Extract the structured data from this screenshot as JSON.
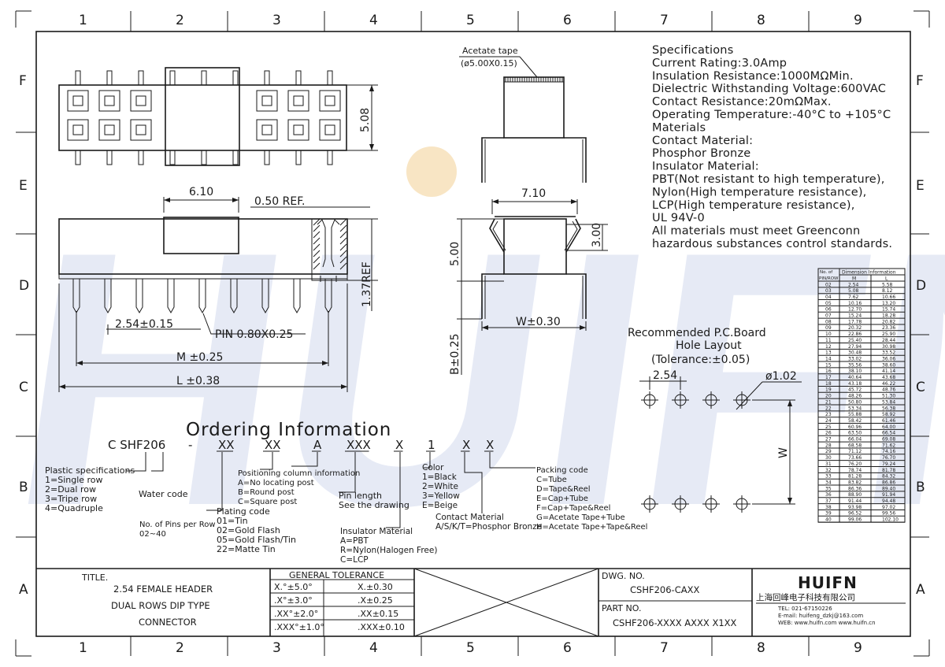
{
  "frame": {
    "col_labels": [
      "1",
      "2",
      "3",
      "4",
      "5",
      "6",
      "7",
      "8",
      "9"
    ],
    "row_labels": [
      "F",
      "E",
      "D",
      "C",
      "B",
      "A"
    ]
  },
  "watermark": "HUIFN",
  "top_view": {
    "dim_height": "5.08"
  },
  "side_view": {
    "dim_body": "6.10",
    "dim_ref": "0.50 REF.",
    "dim_side": "1.37REF",
    "dim_pitch": "2.54±0.15",
    "dim_pin": "PIN 0.80X0.25",
    "dim_m": "M ±0.25",
    "dim_l": "L ±0.38"
  },
  "tape_view": {
    "label": "Acetate tape",
    "size": "(ø5.00X0.15)"
  },
  "end_view": {
    "dim_width": "7.10",
    "dim_h1": "5.00",
    "dim_h2": "3.00",
    "dim_w": "W±0.30",
    "dim_b": "B±0.25"
  },
  "specifications": [
    "Specifications",
    "Current Rating:3.0Amp",
    "Insulation Resistance:1000MΩMin.",
    "Dielectric Withstanding Voltage:600VAC",
    "Contact Resistance:20mΩMax.",
    "Operating Temperature:-40°C to +105°C",
    "Materials",
    "Contact Material:",
    "Phosphor Bronze",
    "Insulator Material:",
    "PBT(Not resistant to high temperature),",
    "Nylon(High temperature resistance),",
    "LCP(High temperature resistance),",
    "UL 94V-0",
    "All materials must meet Greenconn",
    "hazardous substances control standards."
  ],
  "dimension_table": {
    "headers": [
      "No. of PIN/ROW",
      "Dimension Information",
      "M",
      "L"
    ],
    "rows": [
      [
        "02",
        "2.54",
        "5.58"
      ],
      [
        "03",
        "5.08",
        "8.12"
      ],
      [
        "04",
        "7.62",
        "10.66"
      ],
      [
        "05",
        "10.16",
        "13.20"
      ],
      [
        "06",
        "12.70",
        "15.74"
      ],
      [
        "07",
        "15.24",
        "18.28"
      ],
      [
        "08",
        "17.78",
        "20.82"
      ],
      [
        "09",
        "20.32",
        "23.36"
      ],
      [
        "10",
        "22.86",
        "25.90"
      ],
      [
        "11",
        "25.40",
        "28.44"
      ],
      [
        "12",
        "27.94",
        "30.98"
      ],
      [
        "13",
        "30.48",
        "33.52"
      ],
      [
        "14",
        "33.02",
        "36.06"
      ],
      [
        "15",
        "35.56",
        "38.60"
      ],
      [
        "16",
        "38.10",
        "41.14"
      ],
      [
        "17",
        "40.64",
        "43.68"
      ],
      [
        "18",
        "43.18",
        "46.22"
      ],
      [
        "19",
        "45.72",
        "48.76"
      ],
      [
        "20",
        "48.26",
        "51.30"
      ],
      [
        "21",
        "50.80",
        "53.84"
      ],
      [
        "22",
        "53.34",
        "56.38"
      ],
      [
        "23",
        "55.88",
        "58.92"
      ],
      [
        "24",
        "58.42",
        "61.46"
      ],
      [
        "25",
        "60.96",
        "64.00"
      ],
      [
        "26",
        "63.50",
        "66.54"
      ],
      [
        "27",
        "66.04",
        "69.08"
      ],
      [
        "28",
        "68.58",
        "71.62"
      ],
      [
        "29",
        "71.12",
        "74.16"
      ],
      [
        "30",
        "73.66",
        "76.70"
      ],
      [
        "31",
        "76.20",
        "79.24"
      ],
      [
        "32",
        "78.74",
        "81.78"
      ],
      [
        "33",
        "81.28",
        "84.32"
      ],
      [
        "34",
        "83.82",
        "86.86"
      ],
      [
        "35",
        "86.36",
        "89.40"
      ],
      [
        "36",
        "88.90",
        "91.94"
      ],
      [
        "37",
        "91.44",
        "94.48"
      ],
      [
        "38",
        "93.98",
        "97.02"
      ],
      [
        "39",
        "96.52",
        "99.56"
      ],
      [
        "40",
        "99.06",
        "102.10"
      ]
    ]
  },
  "pcb": {
    "title1": "Recommended P.C.Board",
    "title2": "Hole Layout",
    "tolerance": "(Tolerance:±0.05)",
    "pitch": "2.54",
    "hole": "ø1.02",
    "w": "W"
  },
  "ordering": {
    "title": "Ordering Information",
    "code": [
      "C SHF206",
      "-",
      "XX",
      "XX",
      "A",
      "XXX",
      "X",
      "1",
      "X",
      "X"
    ],
    "plastic": [
      "Plastic specifications",
      "1=Single row",
      "2=Dual row",
      "3=Tripe row",
      "4=Quadruple"
    ],
    "water": "Water code",
    "pins": [
      "No. of Pins per Row",
      "02~40"
    ],
    "positioning": [
      "Positioning column information",
      "A=No locating post",
      "B=Round post",
      "C=Square post"
    ],
    "plating": [
      "Plating code",
      "01=Tin",
      "02=Gold Flash",
      "05=Gold Flash/Tin",
      "22=Matte Tin"
    ],
    "pin_length": [
      "Pin length",
      "See the drawing"
    ],
    "insulator": [
      "Insulator Material",
      "A=PBT",
      "R=Nylon(Halogen Free)",
      "C=LCP"
    ],
    "color": [
      "Color",
      "1=Black",
      "2=White",
      "3=Yellow",
      "E=Beige"
    ],
    "contact": [
      "Contact Material",
      "A/S/K/T=Phosphor Bronze"
    ],
    "packing": [
      "Packing code",
      "C=Tube",
      "D=Tape&Reel",
      "E=Cap+Tube",
      "F=Cap+Tape&Reel",
      "G=Acetate Tape+Tube",
      "H=Acetate Tape+Tape&Reel"
    ]
  },
  "title_block": {
    "title_label": "TITLE.",
    "title_lines": [
      "2.54 FEMALE HEADER",
      "DUAL ROWS DIP TYPE",
      "CONNECTOR"
    ],
    "tol_header": "GENERAL  TOLERANCE",
    "tol_rows": [
      [
        "X.°±5.0°",
        "X.±0.30"
      ],
      [
        ".X°±3.0°",
        ".X±0.25"
      ],
      [
        ".XX°±2.0°",
        ".XX±0.15"
      ],
      [
        ".XXX°±1.0°",
        ".XXX±0.10"
      ]
    ],
    "dwg_label": "DWG. NO.",
    "dwg_no": "CSHF206-CAXX",
    "part_label": "PART NO.",
    "part_no": "CSHF206-XXXX AXXX X1XX",
    "company_logo": "HUIFN",
    "company_name": "上海回峰电子科技有限公司",
    "tel": "TEL: 021-67150226",
    "email": "E-mail: huifeng_dzkj@163.com",
    "web": "WEB: www.huifn.com  www.huifn.cn"
  },
  "colors": {
    "ink": "#1a1a1a",
    "watermark": "#d7def0",
    "accent_dot": "#f6dcb0"
  }
}
